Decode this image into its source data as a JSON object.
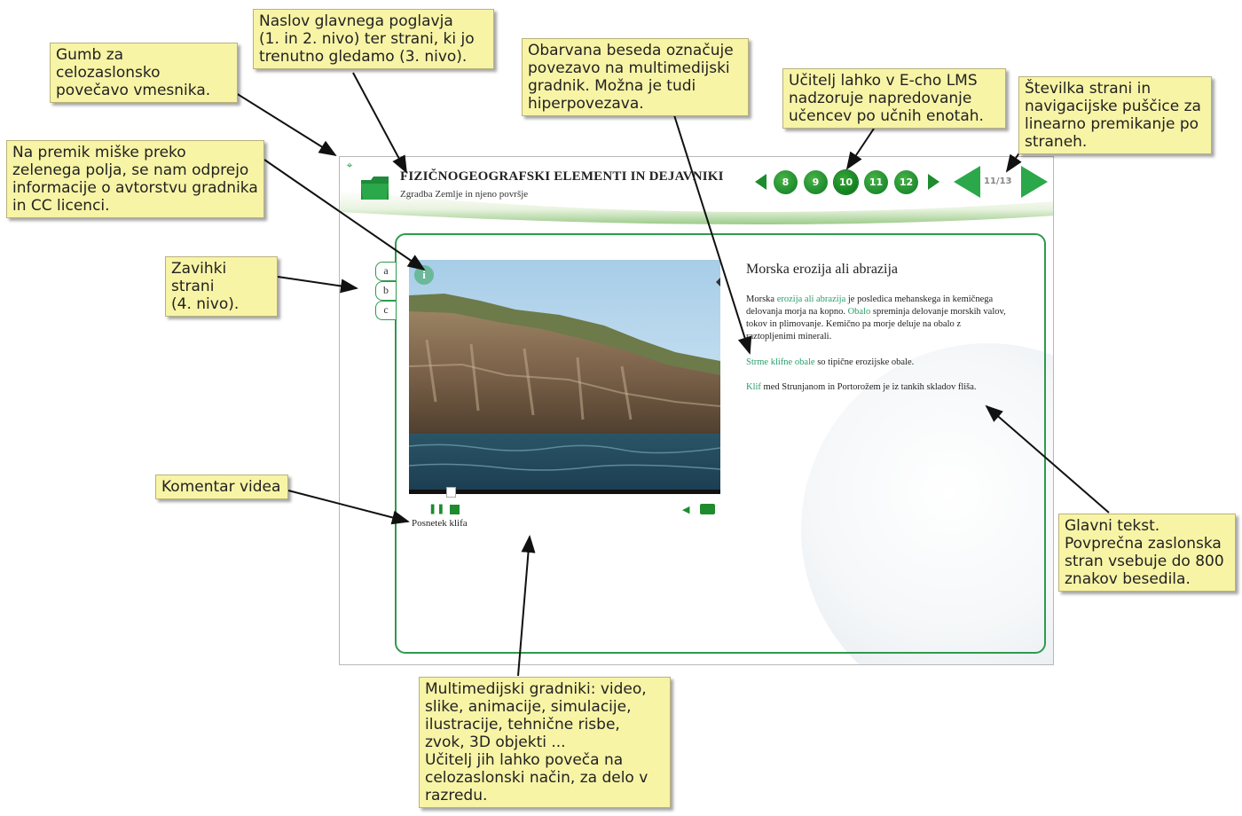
{
  "app": {
    "chapter_title": "FIZIČNOGEOGRAFSKI ELEMENTI IN DEJAVNIKI",
    "subtitle": "Zgradba Zemlje in njeno površje",
    "pages": [
      "8",
      "9",
      "10",
      "11",
      "12"
    ],
    "current_page": "10",
    "page_counter": "11/13",
    "tabs": [
      "a",
      "b",
      "c"
    ],
    "article": {
      "title": "Morska erozija ali abrazija",
      "p1": [
        {
          "t": "Morska ",
          "link": false
        },
        {
          "t": "erozija ali abrazija",
          "link": true
        },
        {
          "t": " je posledica mehanskega in kemičnega delovanja morja na kopno. ",
          "link": false
        },
        {
          "t": "Obalo",
          "link": true
        },
        {
          "t": " spreminja delovanje morskih valov, tokov in plimovanje. Kemično pa morje deluje na obalo z raztopljenimi minerali.",
          "link": false
        }
      ],
      "p2": [
        {
          "t": "Strme klifne obale",
          "link": true
        },
        {
          "t": " so tipične erozijske obale.",
          "link": false
        }
      ],
      "p3": [
        {
          "t": "Klif",
          "link": true
        },
        {
          "t": " med Strunjanom in Portorožem je iz tankih skladov fliša.",
          "link": false
        }
      ]
    },
    "video_caption": "Posnetek klifa",
    "info_icon_label": "i",
    "colors": {
      "accent": "#1e8b2e",
      "link": "#2a9d6a",
      "note_bg": "#f8f4a6"
    }
  },
  "notes": {
    "fullscreen": "Gumb za celozaslonsko\npovečavo vmesnika.",
    "chapter_title": "Naslov glavnega poglavja\n(1. in 2. nivo) ter strani, ki jo\ntrenutno  gledamo (3. nivo).",
    "colored_word": "Obarvana beseda označuje\npovezavo na multimedijski\ngradnik. Možna je tudi\nhiperpovezava.",
    "lms": "Učitelj lahko v E-cho LMS\nnadzoruje napredovanje\nučencev po učnih enotah.",
    "page_number": "Številka strani in\nnavigacijske puščice za\nlinearno premikanje po\nstraneh.",
    "mouse_over": "Na premik miške preko\nzelenega polja, se nam odprejo\ninformacije o avtorstvu gradnika\nin CC licenci.",
    "page_tabs": "Zavihki strani\n(4. nivo).",
    "video_comment": "Komentar videa",
    "main_text": "Glavni tekst.\nPovprečna zaslonska\nstran vsebuje do 800\nznakov besedila.",
    "multimedia": "Multimedijski gradniki: video,\nslike, animacije, simulacije,\nilustracije, tehnične risbe,\nzvok,  3D objekti ...\nUčitelj jih lahko poveča na\ncelozaslonski način, za delo v\nrazredu."
  }
}
